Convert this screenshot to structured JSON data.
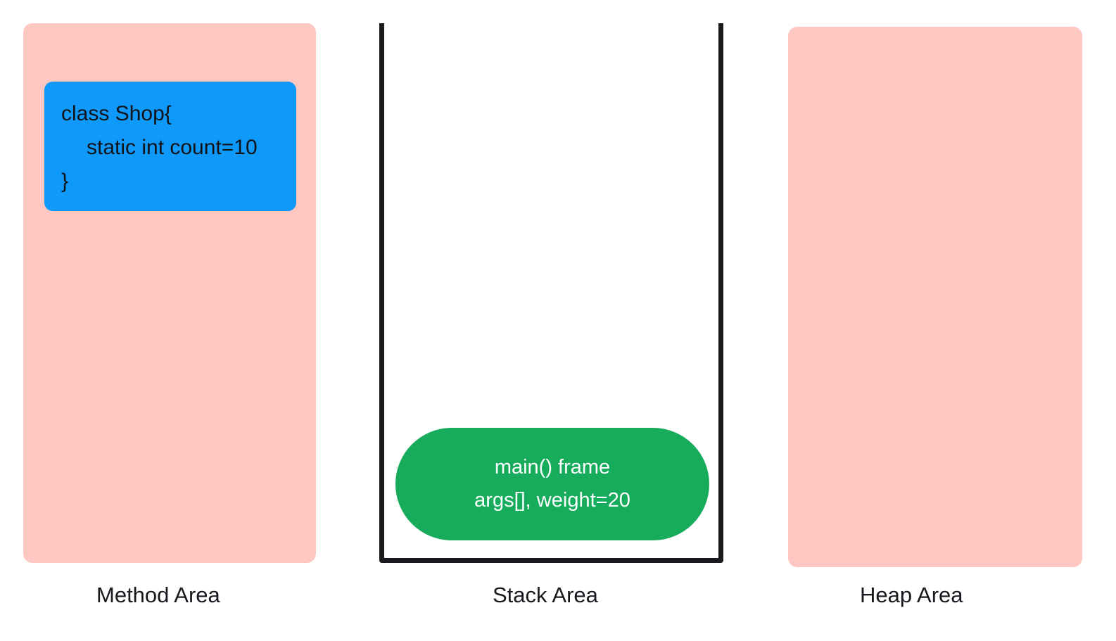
{
  "diagram": {
    "title_context": "JVM memory areas",
    "method_area": {
      "label": "Method Area",
      "class_box": {
        "line1": "class Shop{",
        "line2": "static int count=10",
        "line3": "}"
      }
    },
    "stack_area": {
      "label": "Stack Area",
      "frame": {
        "line1": "main() frame",
        "line2": "args[], weight=20"
      }
    },
    "heap_area": {
      "label": "Heap Area"
    },
    "colors": {
      "area_pink": "#FFC7C1",
      "class_blue": "#0F99FB",
      "frame_green": "#17AB5C",
      "stack_border": "#1A1B1E",
      "label_text": "#16181D",
      "code_text": "#101318",
      "frame_text": "#FFFFFF"
    }
  }
}
